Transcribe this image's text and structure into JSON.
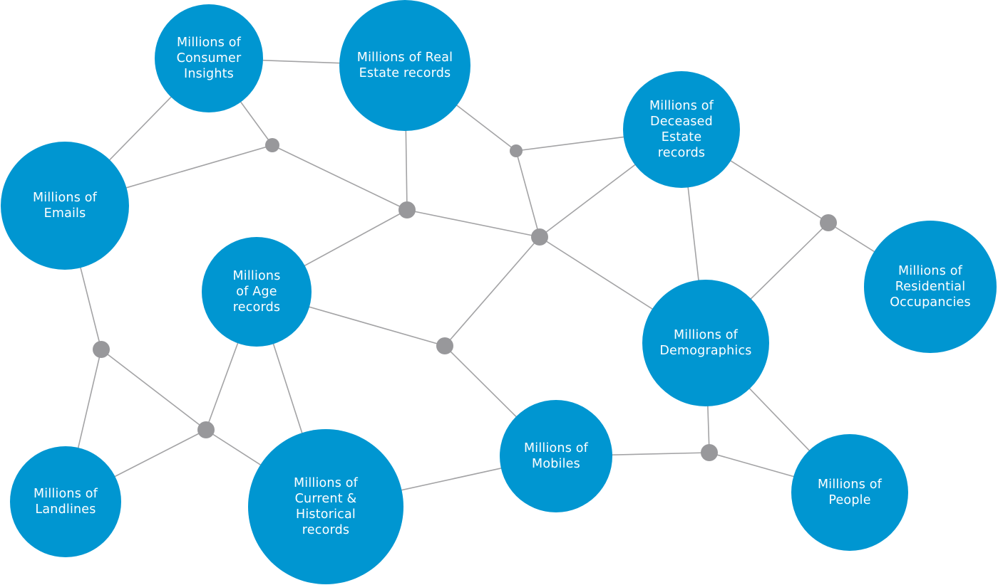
{
  "colors": {
    "node_fill": "#0096d1",
    "edge": "#a3a3a5",
    "hub": "#98989b",
    "background": "#ffffff"
  },
  "nodes": [
    {
      "id": "consumer-insights",
      "lines": [
        "Millions of",
        "Consumer",
        "Insights"
      ]
    },
    {
      "id": "real-estate",
      "lines": [
        "Millions of Real",
        "Estate records"
      ]
    },
    {
      "id": "deceased-estate",
      "lines": [
        "Millions of",
        "Deceased",
        "Estate",
        "records"
      ]
    },
    {
      "id": "emails",
      "lines": [
        "Millions of",
        "Emails"
      ]
    },
    {
      "id": "age-records",
      "lines": [
        "Millions",
        "of Age",
        "records"
      ]
    },
    {
      "id": "residential-occupancies",
      "lines": [
        "Millions of",
        "Residential",
        "Occupancies"
      ]
    },
    {
      "id": "demographics",
      "lines": [
        "Millions of",
        "Demographics"
      ]
    },
    {
      "id": "mobiles",
      "lines": [
        "Millions of",
        "Mobiles"
      ]
    },
    {
      "id": "landlines",
      "lines": [
        "Millions of",
        "Landlines"
      ]
    },
    {
      "id": "current-historical",
      "lines": [
        "Millions of",
        "Current &",
        "Historical",
        "records"
      ]
    },
    {
      "id": "people",
      "lines": [
        "Millions of",
        "People"
      ]
    }
  ]
}
